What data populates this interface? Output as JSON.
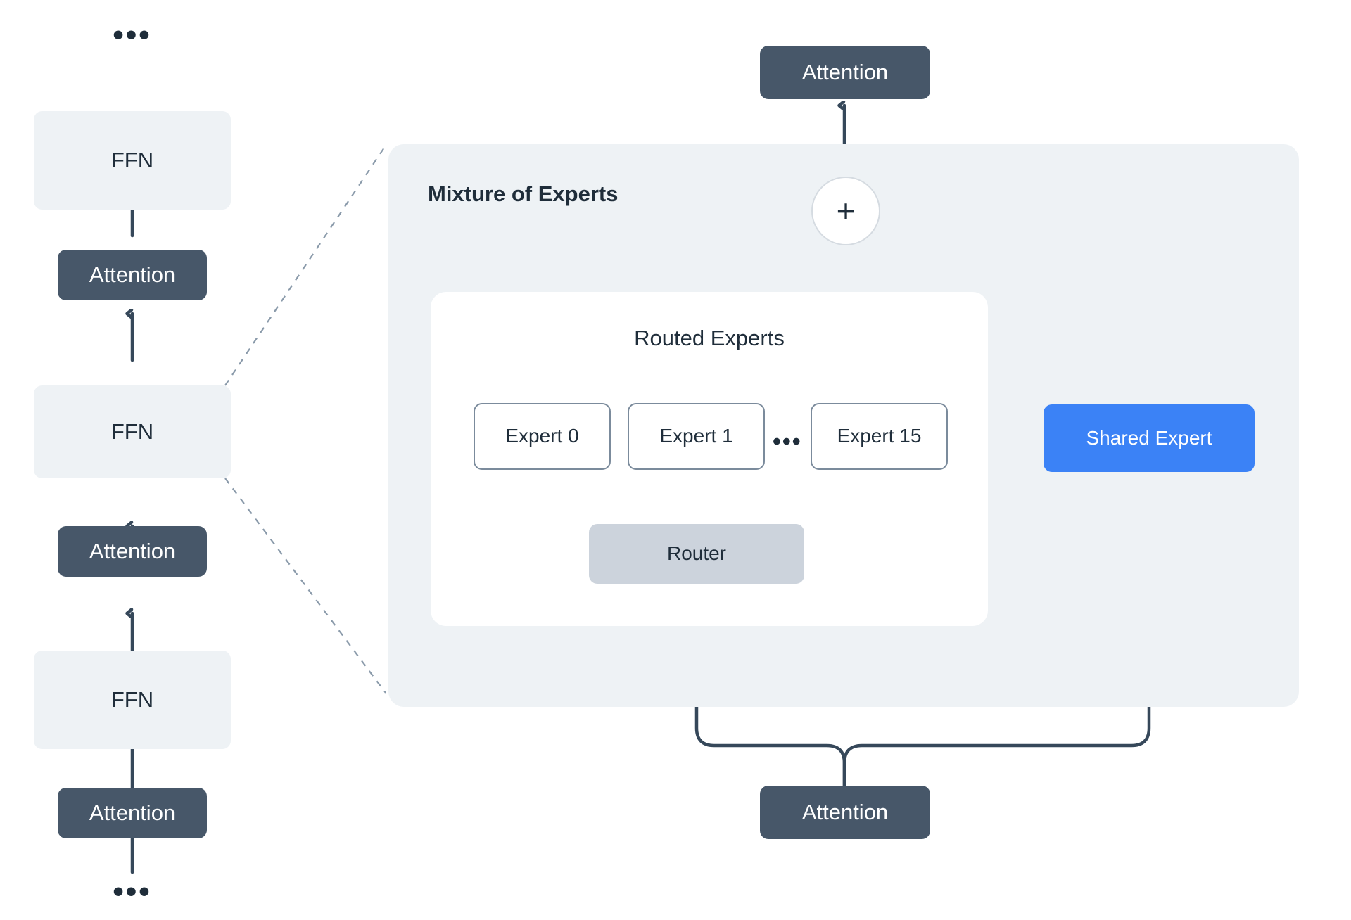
{
  "diagram": {
    "left_stack": {
      "top_ellipsis": "•••",
      "bottom_ellipsis": "•••",
      "items": [
        {
          "label": "FFN",
          "type": "ffn"
        },
        {
          "label": "Attention",
          "type": "attention"
        },
        {
          "label": "FFN",
          "type": "ffn"
        },
        {
          "label": "Attention",
          "type": "attention"
        },
        {
          "label": "FFN",
          "type": "ffn"
        },
        {
          "label": "Attention",
          "type": "attention"
        }
      ]
    },
    "moe": {
      "title": "Mixture of Experts",
      "output_attention_label": "Attention",
      "input_attention_label": "Attention",
      "combine_symbol": "+",
      "routed": {
        "title": "Routed Experts",
        "experts": [
          "Expert 0",
          "Expert 1",
          "Expert 15"
        ],
        "ellipsis": "•••",
        "router_label": "Router"
      },
      "shared_expert_label": "Shared Expert"
    },
    "colors": {
      "panel_bg": "#eef2f5",
      "attention_fill": "#475769",
      "ffn_fill": "#eef2f5",
      "router_fill": "#ccd3dc",
      "shared_expert_fill": "#3b82f6",
      "expert_border": "#7b8b9c",
      "wire": "#36485a",
      "dashed_wire": "#8a9aaa",
      "text_dark": "#1f2d3a",
      "text_light": "#ffffff"
    }
  }
}
